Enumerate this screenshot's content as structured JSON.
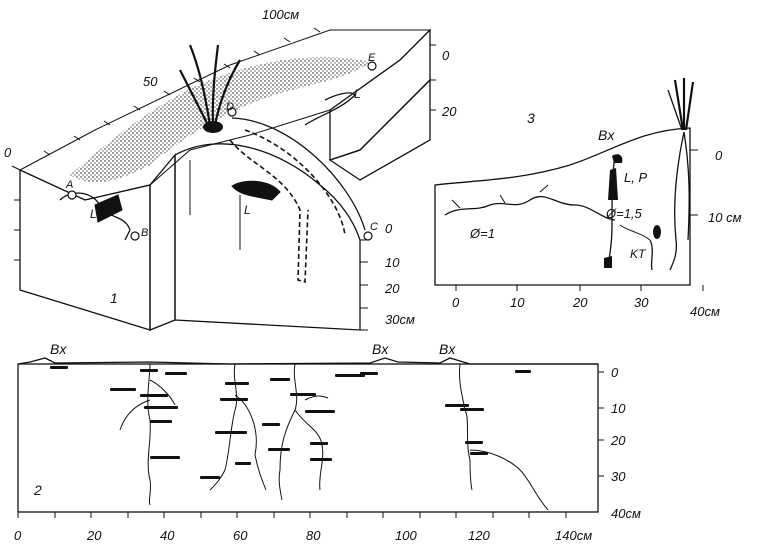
{
  "fig1": {
    "number": "1",
    "top_ticks": [
      "0",
      "50",
      "100см"
    ],
    "right_ticks": [
      "0",
      "20"
    ],
    "front_ticks": [
      "0",
      "10",
      "20",
      "30см"
    ],
    "points": [
      "A",
      "B",
      "C",
      "D",
      "E"
    ],
    "label_L": "L"
  },
  "fig2": {
    "number": "2",
    "markers": [
      "Bx",
      "Bx",
      "Bx"
    ],
    "x_ticks": [
      "0",
      "20",
      "40",
      "60",
      "80",
      "100",
      "120",
      "140см"
    ],
    "y_ticks": [
      "0",
      "10",
      "20",
      "30",
      "40см"
    ]
  },
  "fig3": {
    "number": "3",
    "marker": "Bx",
    "label_lp": "L, P",
    "label_d15": "Ø=1,5",
    "label_d1": "Ø=1",
    "label_kt": "KT",
    "x_ticks": [
      "0",
      "10",
      "20",
      "30",
      "40см"
    ],
    "y_ticks": [
      "0",
      "10 см"
    ]
  }
}
